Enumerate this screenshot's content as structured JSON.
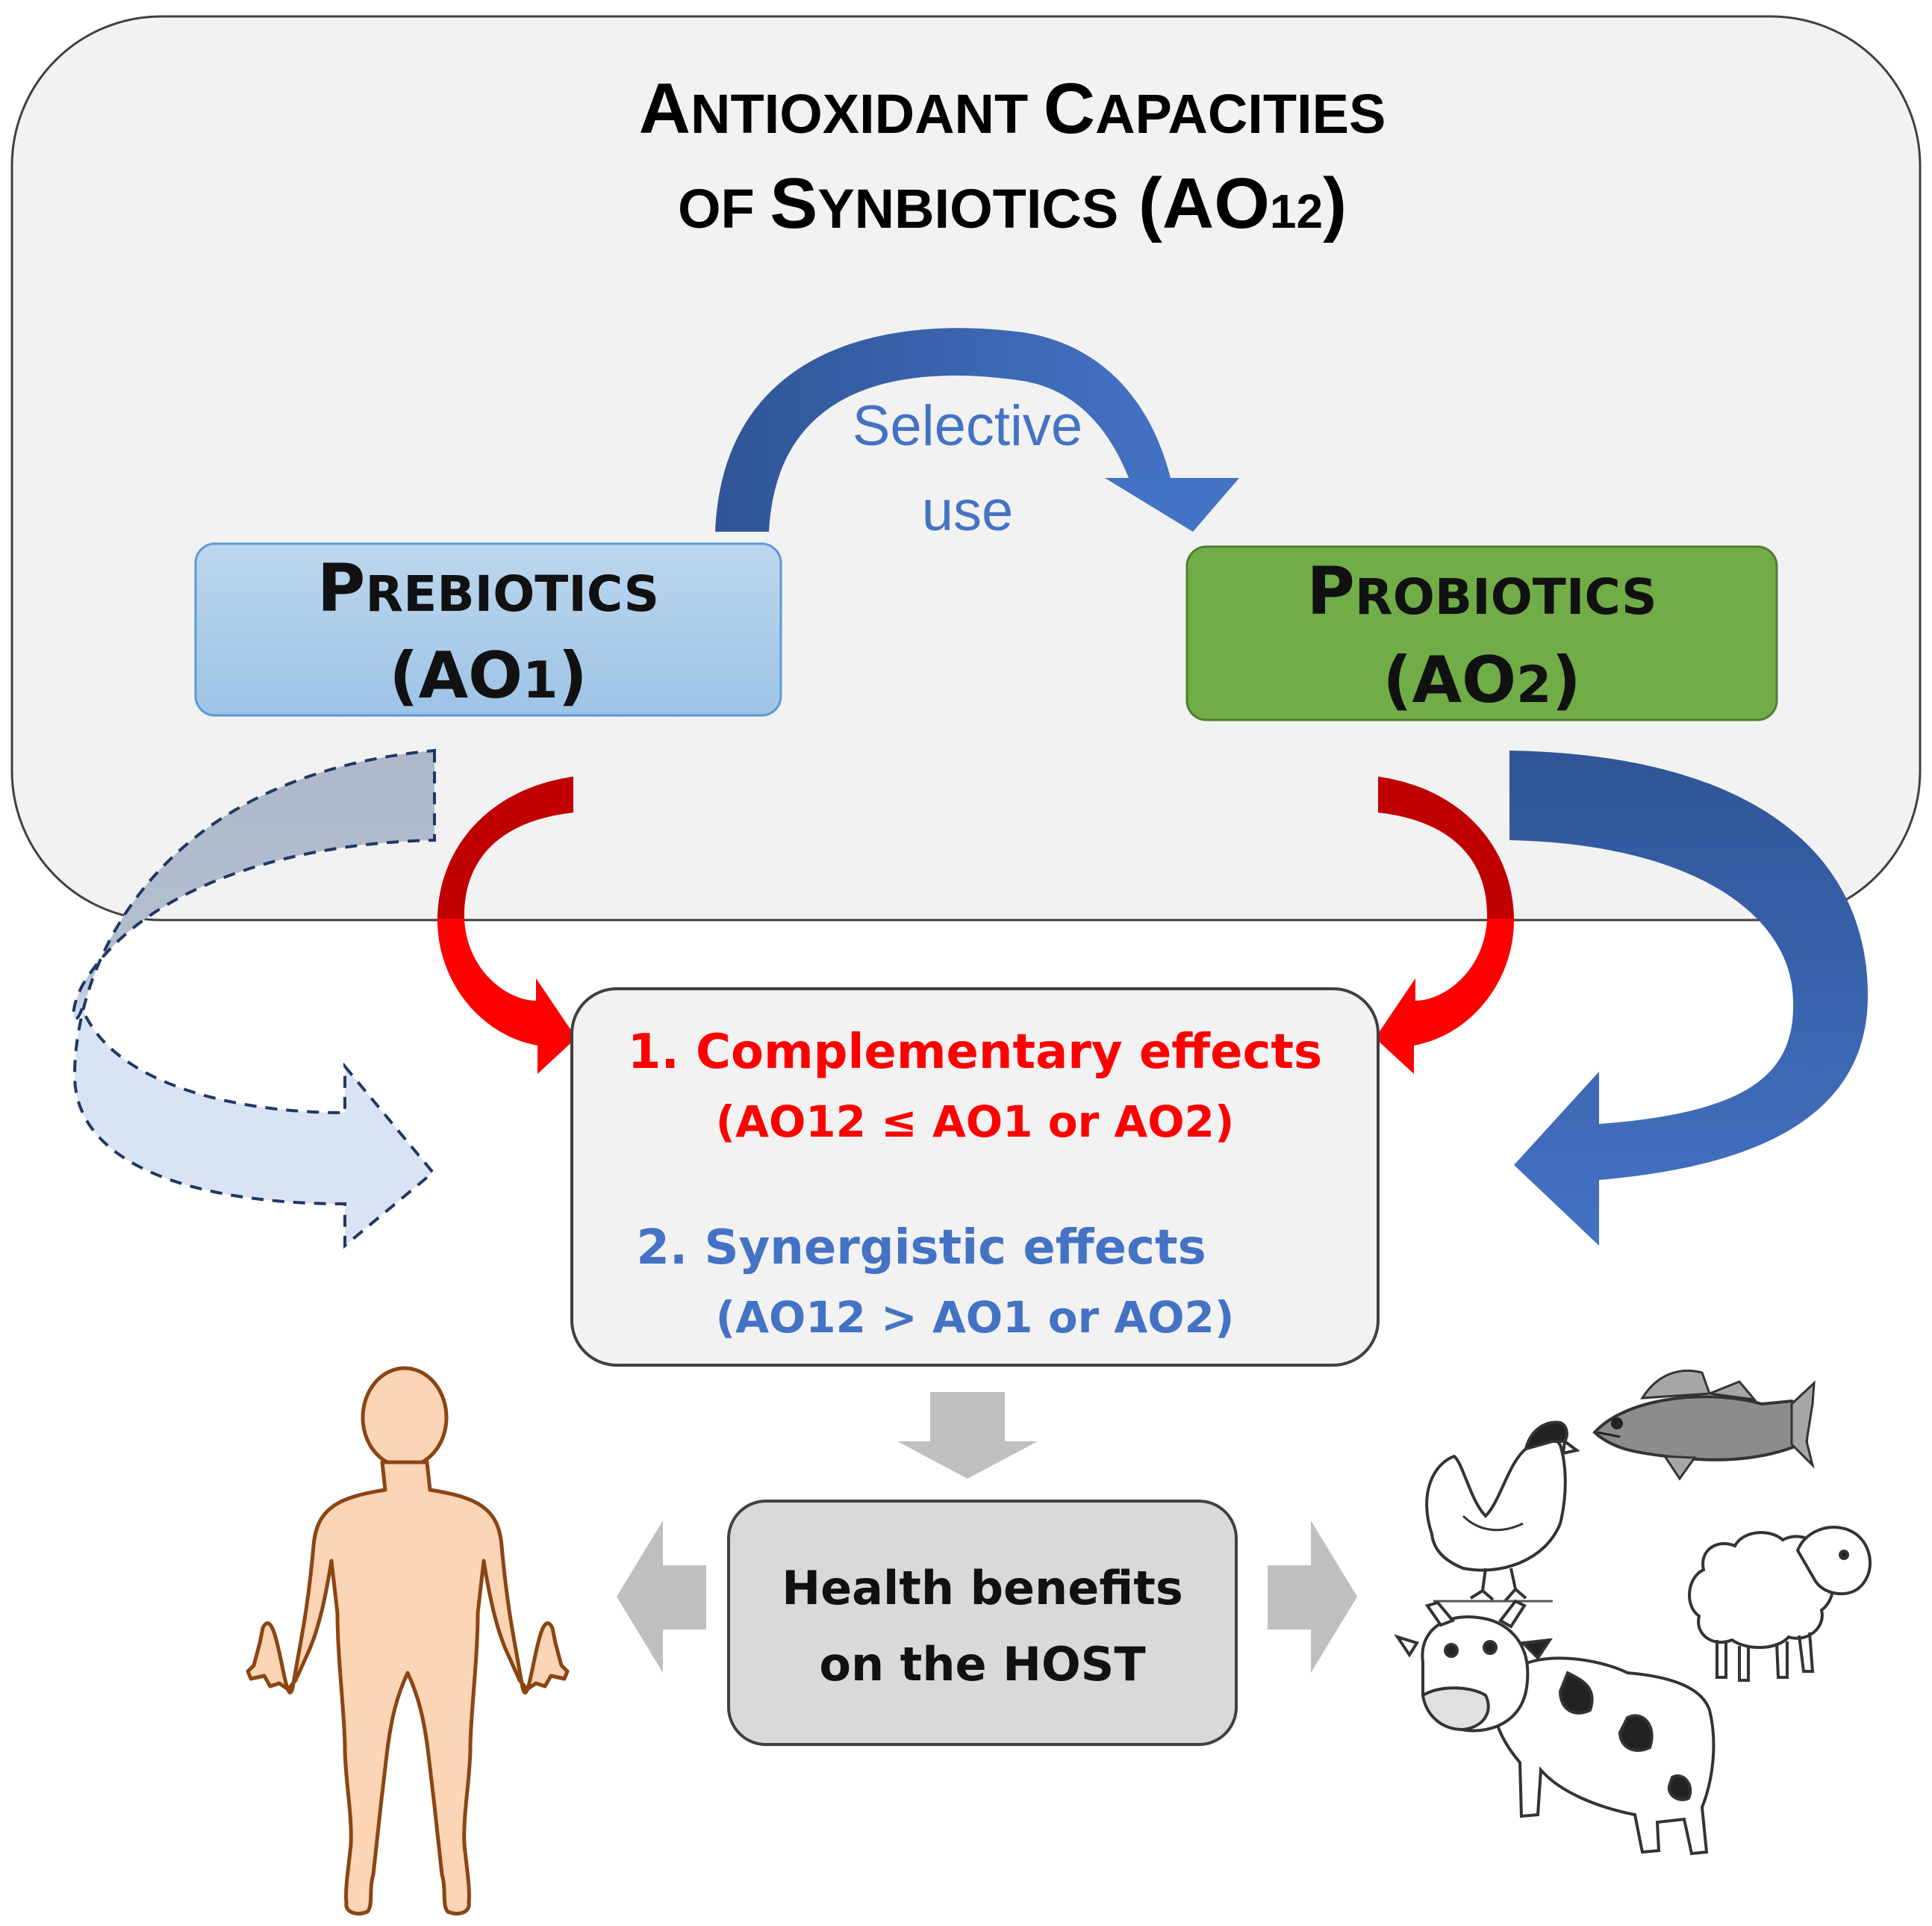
{
  "title": {
    "line1_big1": "A",
    "line1_small1": "NTIOXIDANT",
    "line1_big2": "C",
    "line1_small2": "APACITIES",
    "line2_small1": "OF",
    "line2_big1": "S",
    "line2_small2": "YNBIOTICS",
    "line2_big2": "(AO",
    "line2_sub": "12",
    "line2_end": ")"
  },
  "arc_label": {
    "line1": "Selective",
    "line2": "use"
  },
  "prebiotics": {
    "big": "P",
    "small": "REBIOTICS",
    "line2_start": "(AO",
    "line2_sub": "1",
    "line2_end": ")"
  },
  "probiotics": {
    "big": "P",
    "small": "ROBIOTICS",
    "line2_start": "(AO",
    "line2_sub": "2",
    "line2_end": ")"
  },
  "effects": {
    "complementary_title": "1. Complementary effects",
    "complementary_formula": "(AO12 ≤ AO1 or AO2)",
    "synergistic_title": "2. Synergistic effects",
    "synergistic_formula": "(AO12 > AO1 or AO2)"
  },
  "health": {
    "line1": "Health benefits",
    "line2": "on the HOST"
  },
  "colors": {
    "panel_fill": "#f2f2f2",
    "prebiotics_fill": "#9dc3e6",
    "probiotics_fill": "#70ad47",
    "complementary_text": "#ff0000",
    "synergistic_text": "#4472c4",
    "arc_label_text": "#4472c4",
    "red_arrow": "#c00000",
    "blue_arrow": "#2f5597",
    "health_fill": "#d9d9d9",
    "gray_arrow": "#bfbfbf",
    "body_fill": "#fbd5b5",
    "body_stroke": "#8b4513"
  },
  "icons": {
    "human": "human-body-icon",
    "hen": "hen-icon",
    "fish": "fish-icon",
    "sheep": "sheep-icon",
    "cow": "cow-icon"
  }
}
